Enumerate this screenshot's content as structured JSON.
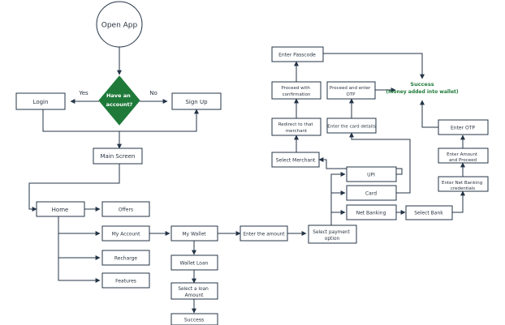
{
  "colors": {
    "stroke": "#243447",
    "text": "#2a3440",
    "decision_fill": "#1f7a3a",
    "decision_text": "#ffffff",
    "success_text": "#1f7a3a",
    "background": "#ffffff"
  },
  "nodes": {
    "open_app": "Open App",
    "have_account": "Have an account?",
    "login": "Login",
    "sign_up": "Sign Up",
    "main_screen": "Main Screen",
    "home": "Home",
    "offers": "Offers",
    "my_account": "My Account",
    "recharge": "Recharge",
    "features": "Features",
    "my_wallet": "My Wallet",
    "wallet_loan": "Wallet Loan",
    "select_loan_amount": "Select a loan Amount",
    "success_bottom": "Success",
    "enter_amount": "Enter the amount",
    "select_payment_option": "Select payment option",
    "upi": "UPI",
    "card": "Card",
    "net_banking": "Net Banking",
    "select_bank": "Select Bank",
    "enter_net_banking": "Enter Net Banking credentials",
    "enter_amount_proceed": "Enter Amount and Proceed",
    "enter_otp_right": "Enter OTP",
    "select_merchant": "Select Merchant",
    "redirect_merchant": "Redirect to that merchant",
    "proceed_confirmation": "Proceed with confirmation",
    "enter_passcode": "Enter Passcode",
    "enter_card_details": "Enter the card details",
    "proceed_enter_otp": "Proceed and enter OTP",
    "success_main": "Success",
    "success_sub": "(money added into wallet)"
  },
  "edge_labels": {
    "yes": "Yes",
    "no": "No"
  }
}
